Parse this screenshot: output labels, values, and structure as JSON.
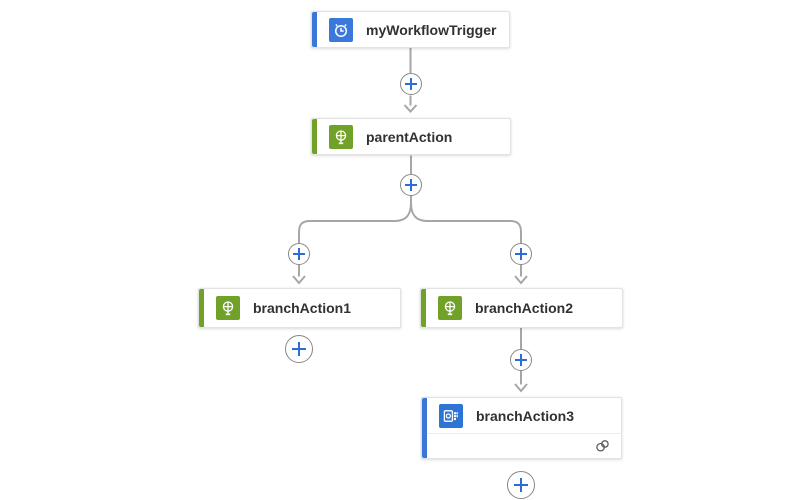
{
  "designer": {
    "type": "logic-app-workflow-canvas",
    "background_color": "#ffffff"
  },
  "colors": {
    "accent_blue": "#3b76d9",
    "accent_green": "#71a128",
    "trigger_icon_blue": "#3b78dc",
    "action_icon_green": "#71a128",
    "branch3_icon_blue": "#2e74d4",
    "connector_gray": "#a6a6a6",
    "plus_cross_blue": "#2b6cd9",
    "plus_circle_border": "#8a8886",
    "card_border": "#e3e3e3",
    "label_text": "#323130"
  },
  "nodes": {
    "trigger": {
      "label": "myWorkflowTrigger",
      "icon": "alarm-clock-icon",
      "accent": "#3b76d9"
    },
    "parent_action": {
      "label": "parentAction",
      "icon": "webhook-globe-icon",
      "accent": "#71a128"
    },
    "branch_action_1": {
      "label": "branchAction1",
      "icon": "webhook-globe-icon",
      "accent": "#71a128"
    },
    "branch_action_2": {
      "label": "branchAction2",
      "icon": "webhook-globe-icon",
      "accent": "#71a128"
    },
    "branch_action_3": {
      "label": "branchAction3",
      "icon": "outlook-grid-icon",
      "accent": "#3b76d9",
      "footer_icon": "connection-link-icon"
    }
  },
  "plus_buttons": {
    "icon": "plus-icon",
    "count": 7,
    "positions": [
      "below-trigger",
      "below-parent-action",
      "branch-left-top",
      "branch-right-top",
      "below-branch-action-1",
      "between-branch-action-2-and-3",
      "below-branch-action-3"
    ]
  }
}
